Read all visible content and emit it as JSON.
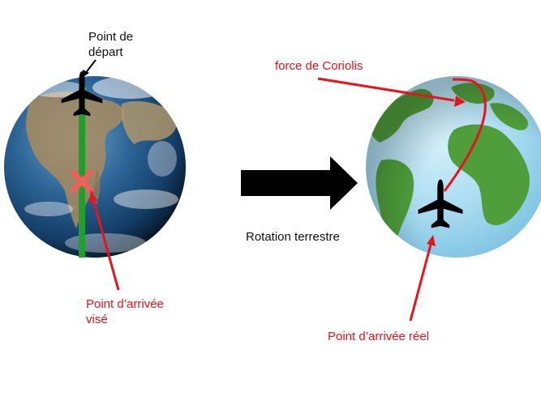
{
  "labels": {
    "depart_line1": "Point de",
    "depart_line2": "départ",
    "arrivee_vise_line1": "Point d’arrivée",
    "arrivee_vise_line2": "visé",
    "rotation": "Rotation terrestre",
    "coriolis": "force de Coriolis",
    "arrivee_reel": "Point d’arrivée réel"
  },
  "colors": {
    "red": "#e8141c",
    "green_path": "#1fa02a",
    "ocean_left": "#1c4f86",
    "ocean_right": "#9fd6ef",
    "land_right": "#4f9e3b",
    "black": "#000000"
  },
  "icons": [
    "airplane-icon",
    "x-mark-icon",
    "arrow-icon"
  ]
}
